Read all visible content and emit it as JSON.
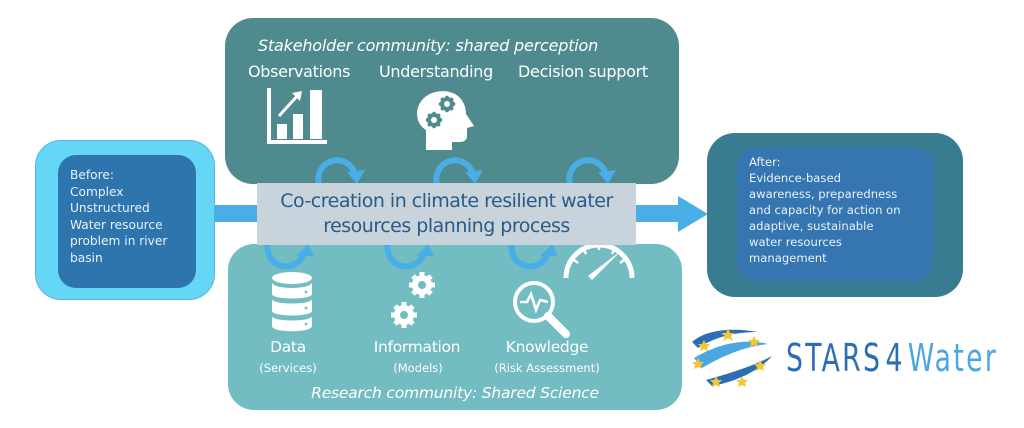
{
  "diagram": {
    "title": "Co-creation in climate resilient water resources planning process",
    "banner": {
      "line1": "Co-creation in climate resilient water",
      "line2": "resources planning process"
    },
    "before": {
      "lines": [
        "Before:",
        "Complex",
        "Unstructured",
        "Water resource",
        "problem in river",
        "basin"
      ]
    },
    "after": {
      "lines": [
        "After:",
        "Evidence-based",
        "awareness, preparedness",
        "and capacity for action on",
        "adaptive, sustainable",
        "water resources",
        "management"
      ]
    },
    "stakeholder": {
      "title": "Stakeholder community: shared perception",
      "items": [
        {
          "label": "Observations",
          "icon": "bar-chart-growth-icon"
        },
        {
          "label": "Understanding",
          "icon": "head-gears-icon"
        },
        {
          "label": "Decision support",
          "icon": "speedometer-icon"
        }
      ]
    },
    "research": {
      "title": "Research community: Shared Science",
      "items": [
        {
          "label": "Data",
          "sublabel": "(Services)",
          "icon": "database-icon"
        },
        {
          "label": "Information",
          "sublabel": "(Models)",
          "icon": "gears-icon"
        },
        {
          "label": "Knowledge",
          "sublabel": "(Risk Assessment)",
          "icon": "magnifier-pulse-icon"
        }
      ]
    },
    "logo": {
      "part1": "STARS",
      "part2": "4",
      "part3": "Water"
    },
    "colors": {
      "stakeholder_box": "#4e8a8e",
      "research_box": "#73bcc2",
      "banner": "#c9d3dc",
      "banner_text": "#2a5a86",
      "arrow": "#4aaee6",
      "before_outer": "#66d6f6",
      "before_inner": "#2e74ad",
      "after_outer": "#387c92",
      "after_inner": "#3575b0",
      "logo_dark": "#2d6db5",
      "logo_light": "#4aa7e2",
      "logo_star": "#f3c632"
    }
  }
}
